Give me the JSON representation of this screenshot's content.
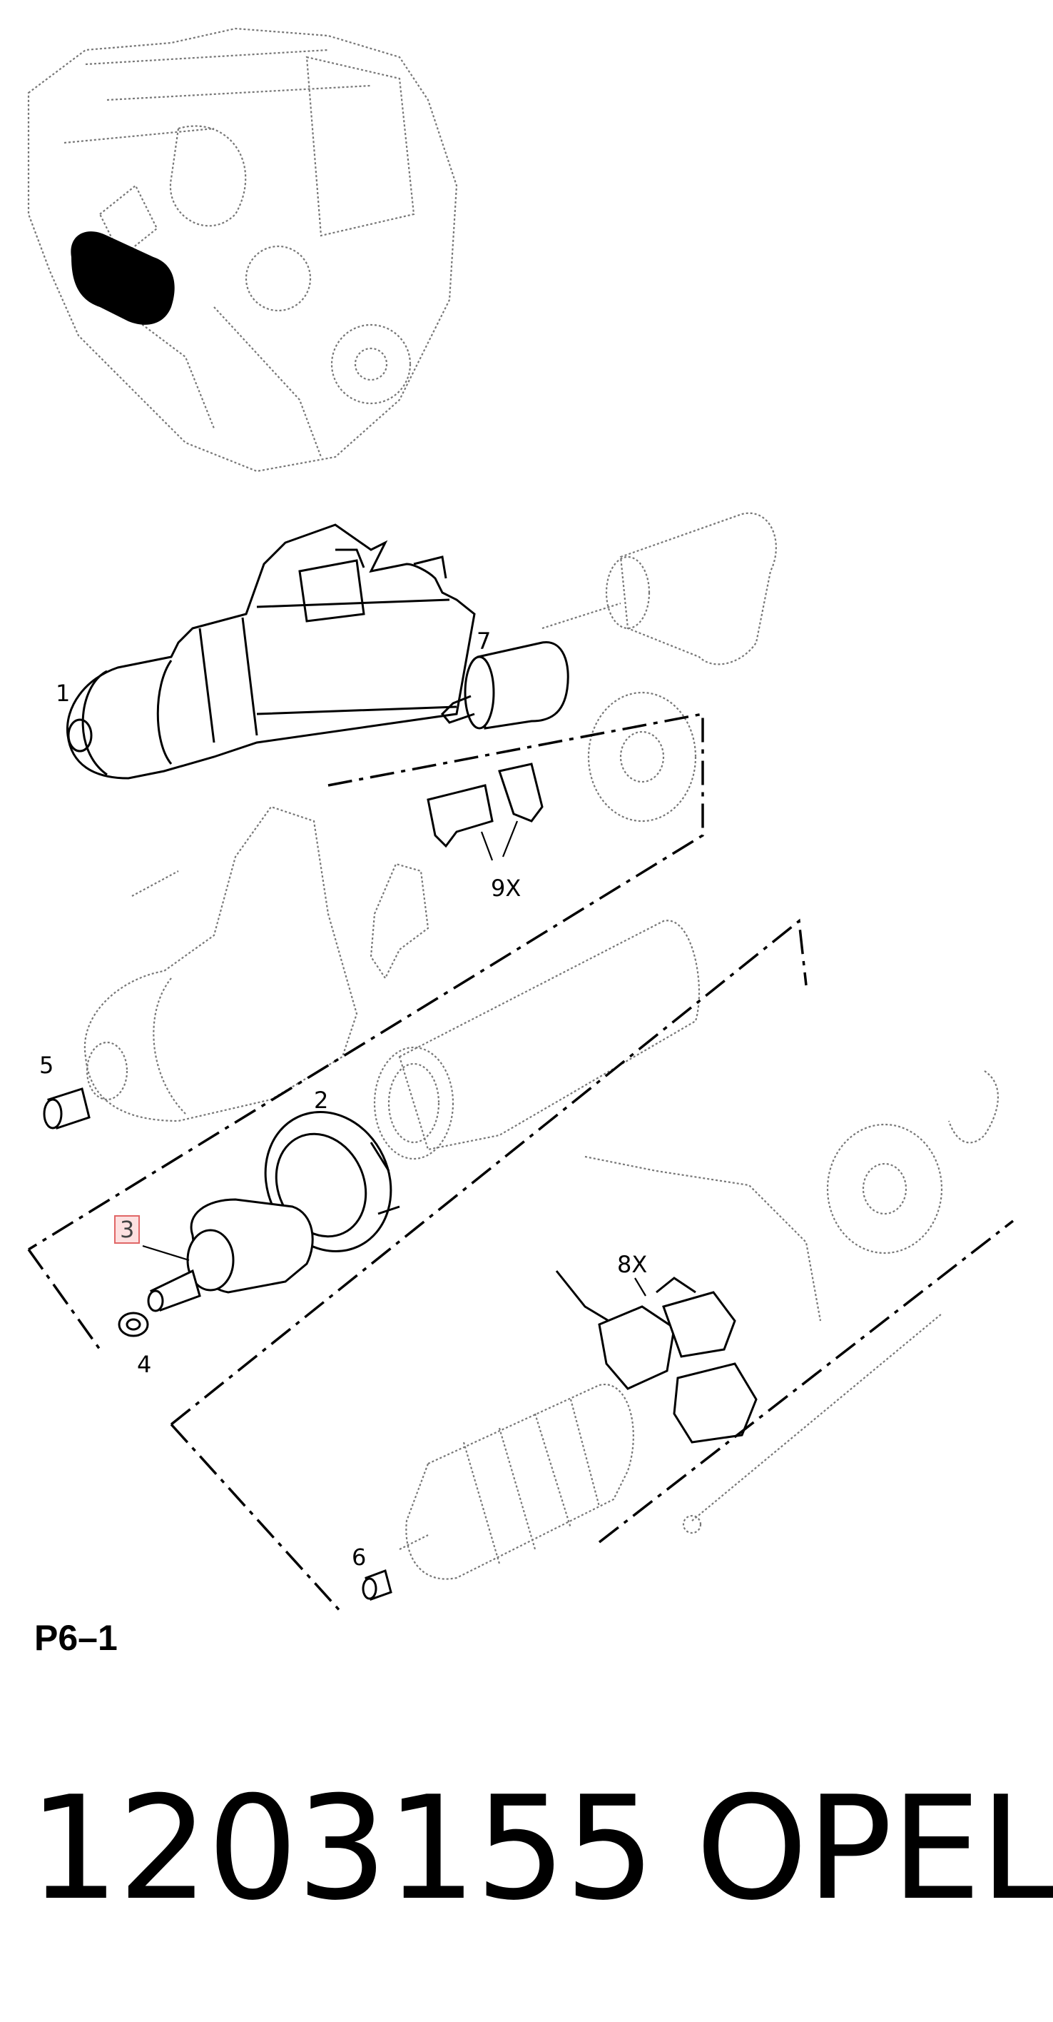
{
  "diagram": {
    "callouts": {
      "c1": "1",
      "c2": "2",
      "c3": "3",
      "c4": "4",
      "c5": "5",
      "c6": "6",
      "c7": "7",
      "c8": "8X",
      "c9": "9X"
    },
    "plate_label": "P6–1",
    "part_number": "1203155",
    "brand": "OPEL",
    "highlight_color": "#e06666"
  }
}
